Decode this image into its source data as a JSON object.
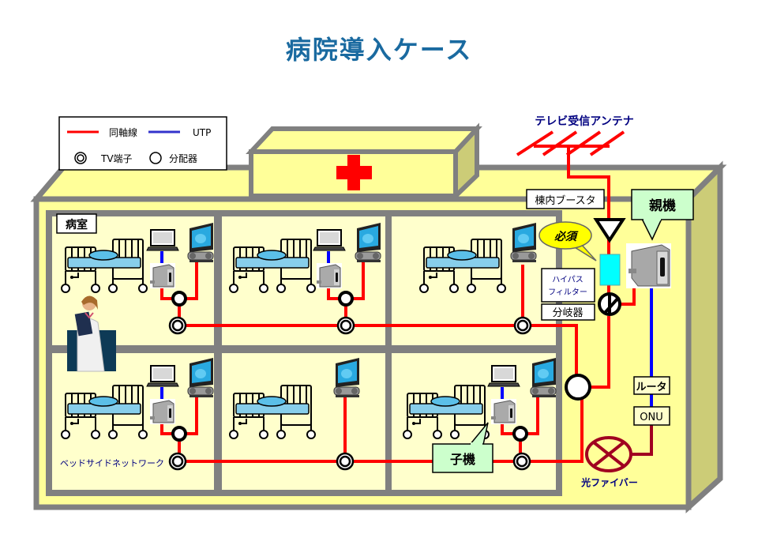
{
  "title": "病院導入ケース",
  "legend": {
    "coax_label": "同軸線",
    "utp_label": "UTP",
    "tv_outlet_label": "TV端子",
    "splitter_label": "分配器"
  },
  "colors": {
    "coax": "#ff0000",
    "utp": "#0000ff",
    "fiber": "#a00020",
    "building_face": "#ffff99",
    "building_side": "#cccc77",
    "wall": "#808080",
    "room_floor": "#ffffcc",
    "callout_green": "#ccffcc",
    "callout_yellow": "#ffff00",
    "filter_cyan": "#00ffff",
    "title": "#1a6aa0",
    "label_navy": "#000080"
  },
  "labels": {
    "antenna": "テレビ受信アンテナ",
    "booster": "棟内ブースタ",
    "required": "必須",
    "highpass_filter_line1": "ハイパス",
    "highpass_filter_line2": "フィルター",
    "branch": "分岐器",
    "master_unit": "親機",
    "router": "ルータ",
    "onu": "ONU",
    "optical_fiber": "光ファイバー",
    "slave_unit": "子機",
    "room": "病室",
    "bedside_network": "ベッドサイドネットワーク"
  },
  "rooms": [
    {
      "row": "upper",
      "col": 1,
      "devices": [
        "bed",
        "laptop",
        "modem",
        "tv"
      ]
    },
    {
      "row": "upper",
      "col": 2,
      "devices": [
        "bed",
        "laptop",
        "modem",
        "tv"
      ]
    },
    {
      "row": "upper",
      "col": 3,
      "devices": [
        "bed",
        "tv"
      ]
    },
    {
      "row": "lower",
      "col": 1,
      "devices": [
        "bed",
        "laptop",
        "modem",
        "tv"
      ]
    },
    {
      "row": "lower",
      "col": 2,
      "devices": [
        "bed",
        "tv"
      ]
    },
    {
      "row": "lower",
      "col": 3,
      "devices": [
        "bed",
        "laptop",
        "modem",
        "tv"
      ]
    }
  ]
}
